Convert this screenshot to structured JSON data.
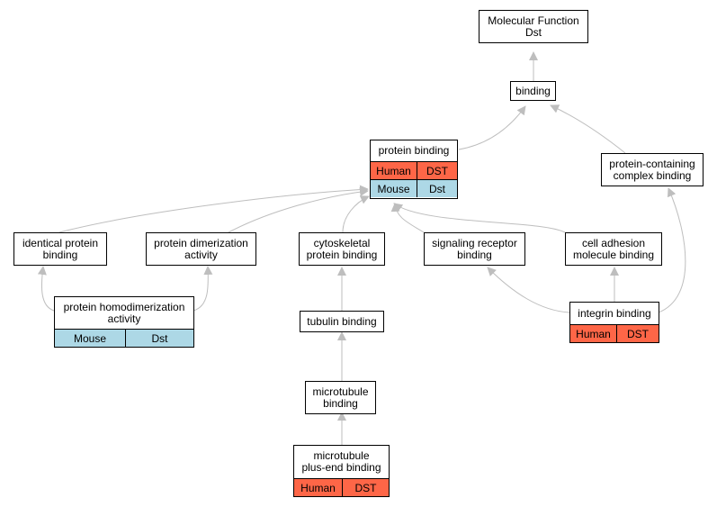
{
  "colors": {
    "human": "#fe6647",
    "mouse": "#add8e6",
    "edge": "#bebebe"
  },
  "nodes": {
    "root": {
      "line1": "Molecular Function",
      "line2": "Dst"
    },
    "binding": {
      "label": "binding"
    },
    "protein_binding": {
      "label": "protein binding",
      "rows": [
        [
          "Human",
          "DST"
        ],
        [
          "Mouse",
          "Dst"
        ]
      ]
    },
    "complex_binding": {
      "line1": "protein-containing",
      "line2": "complex binding"
    },
    "identical": {
      "line1": "identical protein",
      "line2": "binding"
    },
    "dimerization": {
      "line1": "protein dimerization",
      "line2": "activity"
    },
    "cytoskeletal": {
      "line1": "cytoskeletal",
      "line2": "protein binding"
    },
    "signaling": {
      "line1": "signaling receptor",
      "line2": "binding"
    },
    "cell_adhesion": {
      "line1": "cell adhesion",
      "line2": "molecule binding"
    },
    "homodimerization": {
      "line1": "protein homodimerization",
      "line2": "activity",
      "rows": [
        [
          "Mouse",
          "Dst"
        ]
      ]
    },
    "integrin": {
      "label": "integrin binding",
      "rows": [
        [
          "Human",
          "DST"
        ]
      ]
    },
    "tubulin": {
      "label": "tubulin binding"
    },
    "microtubule": {
      "line1": "microtubule",
      "line2": "binding"
    },
    "plus_end": {
      "line1": "microtubule",
      "line2": "plus-end binding",
      "rows": [
        [
          "Human",
          "DST"
        ]
      ]
    }
  }
}
